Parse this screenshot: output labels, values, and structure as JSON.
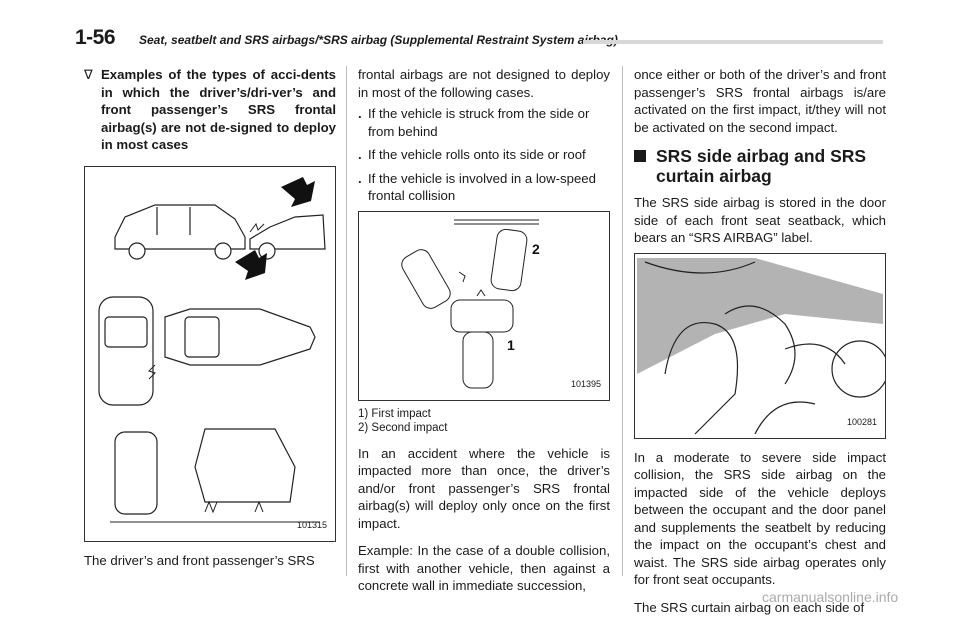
{
  "header": {
    "page_number": "1-56",
    "section_title": "Seat, seatbelt and SRS airbags/*SRS airbag (Supplemental Restraint System airbag)"
  },
  "column1": {
    "heading_marker": "∇",
    "heading": "Examples of the types of acci-dents in which the driver’s/dri-ver’s and front passenger’s SRS frontal airbag(s) are not de-signed to deploy in most cases",
    "figure_id": "101315",
    "paragraph_start": "The driver’s and front passenger’s SRS"
  },
  "column2": {
    "intro": "frontal airbags are not designed to deploy in most of the following cases.",
    "bullets": [
      "If the vehicle is struck from the side or from behind",
      "If the vehicle rolls onto its side or roof",
      "If the vehicle is involved in a low-speed frontal collision"
    ],
    "bullet_marker": ".",
    "figure_id": "101395",
    "callouts": [
      "1",
      "2"
    ],
    "captions": [
      "1)  First impact",
      "2)  Second impact"
    ],
    "para1": "In an accident where the vehicle is impacted more than once, the driver’s and/or front passenger’s SRS frontal airbag(s) will deploy only once on the first impact.",
    "para2": "Example: In the case of a double collision, first with another vehicle, then against a concrete wall in immediate succession,"
  },
  "column3": {
    "para1": "once either or both of the driver’s and front passenger’s SRS frontal airbags is/are activated on the first impact, it/they will not be activated on the second impact.",
    "heading": "SRS side airbag and SRS curtain airbag",
    "para2": "The SRS side airbag is stored in the door side of each front seat seatback, which bears an “SRS AIRBAG” label.",
    "figure_id": "100281",
    "para3": "In a moderate to severe side impact collision, the SRS side airbag on the impacted side of the vehicle deploys between the occupant and the door panel and supplements the seatbelt by reducing the impact on the occupant’s chest and waist. The SRS side airbag operates only for front seat occupants.",
    "para4": "The SRS curtain airbag on each side of"
  },
  "footer": {
    "watermark": "carmanualsonline.info"
  }
}
